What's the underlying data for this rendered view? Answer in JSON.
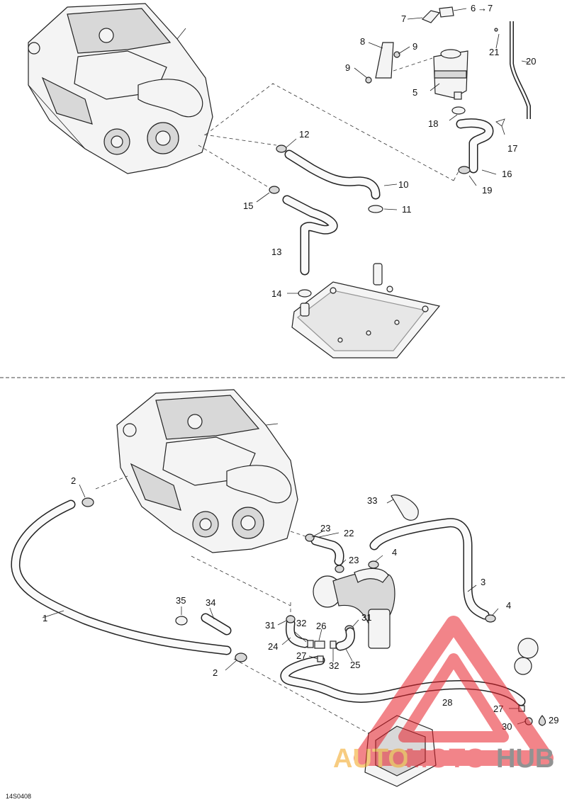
{
  "drawing": {
    "code": "14S0408",
    "arrow_symbol": "→"
  },
  "callouts_top": {
    "c5": "5",
    "c6": "6",
    "c7a": "7",
    "c7b": "7",
    "c8": "8",
    "c9a": "9",
    "c9b": "9",
    "c10": "10",
    "c11": "11",
    "c12": "12",
    "c13": "13",
    "c14": "14",
    "c15": "15",
    "c16": "16",
    "c17": "17",
    "c18": "18",
    "c19": "19",
    "c20": "20",
    "c21": "21"
  },
  "callouts_bottom": {
    "c1": "1",
    "c2a": "2",
    "c2b": "2",
    "c3": "3",
    "c4a": "4",
    "c4b": "4",
    "c22": "22",
    "c23a": "23",
    "c23b": "23",
    "c24": "24",
    "c25": "25",
    "c26": "26",
    "c27a": "27",
    "c27b": "27",
    "c28": "28",
    "c29": "29",
    "c30": "30",
    "c31a": "31",
    "c31b": "31",
    "c32a": "32",
    "c32b": "32",
    "c33": "33",
    "c34": "34",
    "c35": "35"
  },
  "watermark": {
    "part1": "AUTO",
    "part2": "MOTO",
    "part3": "HUB",
    "color_primary": "#e8202a",
    "color_secondary": "#f2a31b",
    "color_dark": "#3a3a3a"
  }
}
